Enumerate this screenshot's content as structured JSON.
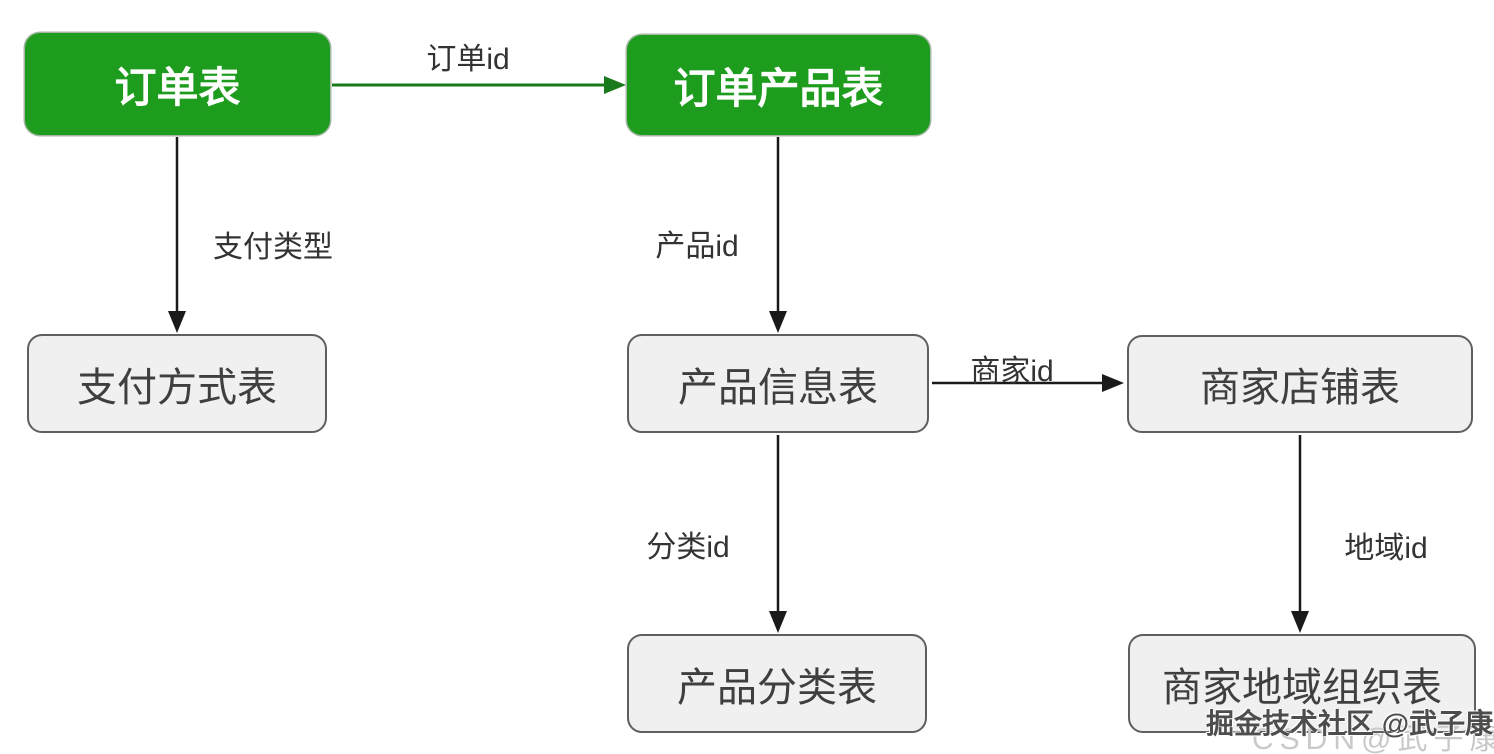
{
  "diagram": {
    "nodes": [
      {
        "id": "order-table",
        "label": "订单表",
        "type": "primary"
      },
      {
        "id": "order-product-table",
        "label": "订单产品表",
        "type": "primary"
      },
      {
        "id": "payment-method-table",
        "label": "支付方式表",
        "type": "secondary"
      },
      {
        "id": "product-info-table",
        "label": "产品信息表",
        "type": "secondary"
      },
      {
        "id": "merchant-shop-table",
        "label": "商家店铺表",
        "type": "secondary"
      },
      {
        "id": "product-category-table",
        "label": "产品分类表",
        "type": "secondary"
      },
      {
        "id": "merchant-region-table",
        "label": "商家地域组织表",
        "type": "secondary"
      }
    ],
    "edges": [
      {
        "from": "订单表",
        "to": "订单产品表",
        "label": "订单id",
        "color": "#1b7a1b"
      },
      {
        "from": "订单表",
        "to": "支付方式表",
        "label": "支付类型",
        "color": "#1a1a1a"
      },
      {
        "from": "订单产品表",
        "to": "产品信息表",
        "label": "产品id",
        "color": "#1a1a1a"
      },
      {
        "from": "产品信息表",
        "to": "商家店铺表",
        "label": "商家id",
        "color": "#1a1a1a"
      },
      {
        "from": "产品信息表",
        "to": "产品分类表",
        "label": "分类id",
        "color": "#1a1a1a"
      },
      {
        "from": "商家店铺表",
        "to": "商家地域组织表",
        "label": "地域id",
        "color": "#1a1a1a"
      }
    ],
    "colors": {
      "primary_fill": "#1e9c1e",
      "primary_text": "#ffffff",
      "secondary_fill": "#f0f0f0",
      "secondary_border": "#5f5f5f",
      "secondary_text": "#3f3f3f",
      "edge_black": "#1a1a1a",
      "edge_green": "#1b7a1b",
      "edge_label_text": "#333333",
      "background": "#ffffff"
    },
    "watermark": {
      "primary": "掘金技术社区 @武子康",
      "secondary": "CSDN@武子康"
    }
  }
}
